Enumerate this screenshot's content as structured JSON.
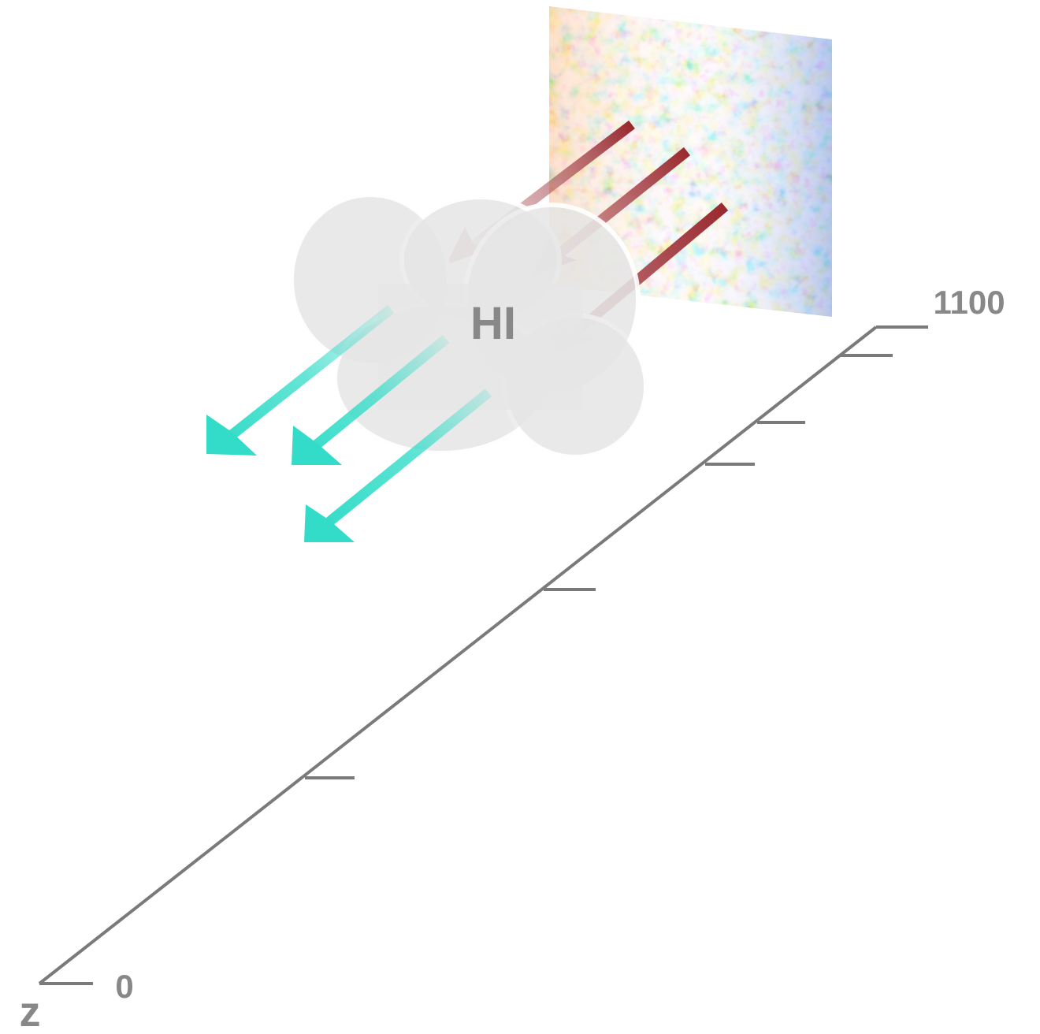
{
  "diagram": {
    "cloud_label": "HI",
    "axis": {
      "name": "z",
      "start_label": "0",
      "end_label": "1100"
    }
  },
  "colors": {
    "axis": "#7a7a7a",
    "label": "#888888",
    "incoming_arrow": "#9a2a30",
    "outgoing_arrow": "#33dcc8",
    "cloud_fill": "#e6e6e6",
    "cmb_red": "#d65a1a",
    "cmb_blue": "#1f5fd6",
    "cmb_light": "#b8e2ee"
  },
  "icons": [
    "cmb-map",
    "hi-cloud",
    "red-arrow",
    "cyan-arrow"
  ]
}
